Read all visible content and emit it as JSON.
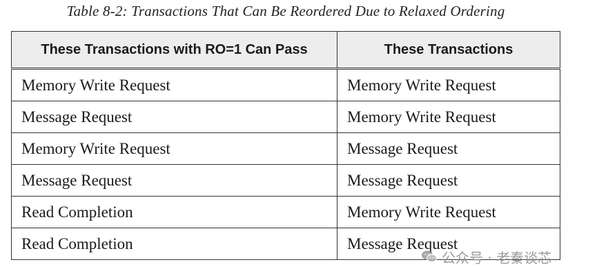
{
  "caption": "Table 8-2: Transactions That Can Be Reordered Due to Relaxed Ordering",
  "table": {
    "headers": [
      "These Transactions with RO=1 Can Pass",
      "These Transactions"
    ],
    "rows": [
      [
        "Memory Write Request",
        "Memory Write Request"
      ],
      [
        "Message Request",
        "Memory Write Request"
      ],
      [
        "Memory Write Request",
        "Message Request"
      ],
      [
        "Message Request",
        "Message Request"
      ],
      [
        "Read Completion",
        "Memory Write Request"
      ],
      [
        "Read Completion",
        "Message Request"
      ]
    ]
  },
  "watermark": {
    "icon": "wechat-icon",
    "text": "公众号 · 老秦谈芯"
  }
}
